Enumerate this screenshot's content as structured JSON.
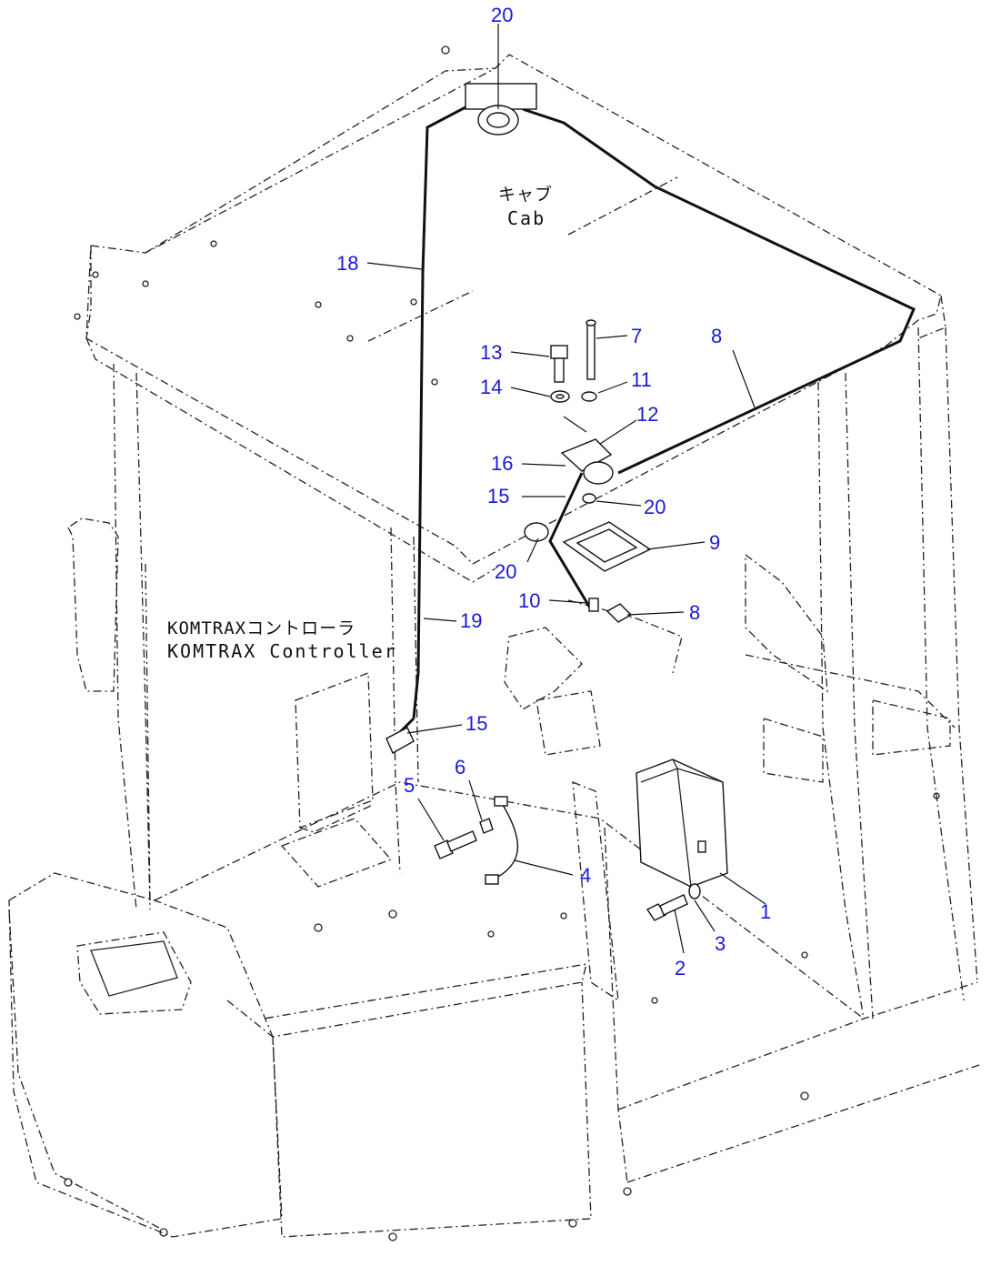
{
  "labels": {
    "cab_jp": "キャブ",
    "cab_en": "Cab",
    "controller_jp": "KOMTRAXコントローラ",
    "controller_en": "KOMTRAX Controller"
  },
  "callouts": {
    "c20_top": "20",
    "c18": "18",
    "c13": "13",
    "c7": "7",
    "c8_top": "8",
    "c14": "14",
    "c11": "11",
    "c12": "12",
    "c16": "16",
    "c15_top": "15",
    "c20_mid": "20",
    "c9": "9",
    "c20_low": "20",
    "c10": "10",
    "c8_low": "8",
    "c19": "19",
    "c15_low": "15",
    "c5": "5",
    "c6": "6",
    "c4": "4",
    "c1": "1",
    "c3": "3",
    "c2": "2"
  },
  "colors": {
    "callout": "#1a1ad6",
    "line": "#222222"
  }
}
